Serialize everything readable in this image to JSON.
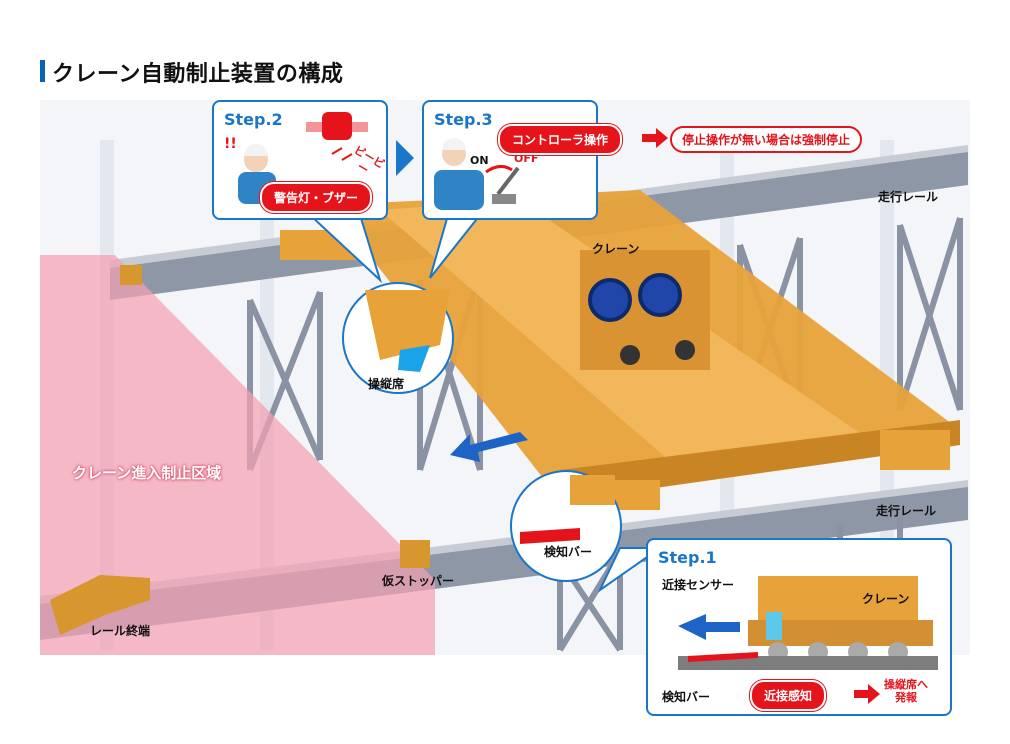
{
  "title": "クレーン自動制止装置の構成",
  "labels": {
    "rail_top": "走行レール",
    "rail_bottom": "走行レール",
    "crane": "クレーン",
    "cab": "操縦席",
    "detect_bar": "検知バー",
    "temp_stopper": "仮ストッパー",
    "rail_end": "レール終端",
    "zone": "クレーン進入制止区域"
  },
  "step2": {
    "heading": "Step.2",
    "pill": "警告灯・ブザー",
    "sound": "ビービー",
    "exclaim": "!!"
  },
  "step3": {
    "heading": "Step.3",
    "on": "ON",
    "off": "OFF",
    "pill": "コントローラ操作",
    "result": "停止操作が無い場合は強制停止"
  },
  "step1": {
    "heading": "Step.1",
    "sensor": "近接センサー",
    "crane": "クレーン",
    "bar": "検知バー",
    "pill": "近接感知",
    "result_line1": "操縦席へ",
    "result_line2": "発報"
  },
  "colors": {
    "crane": "#e8a23a",
    "zone": "#f4a1b4",
    "accent": "#1976c8",
    "alert": "#e5141b"
  }
}
